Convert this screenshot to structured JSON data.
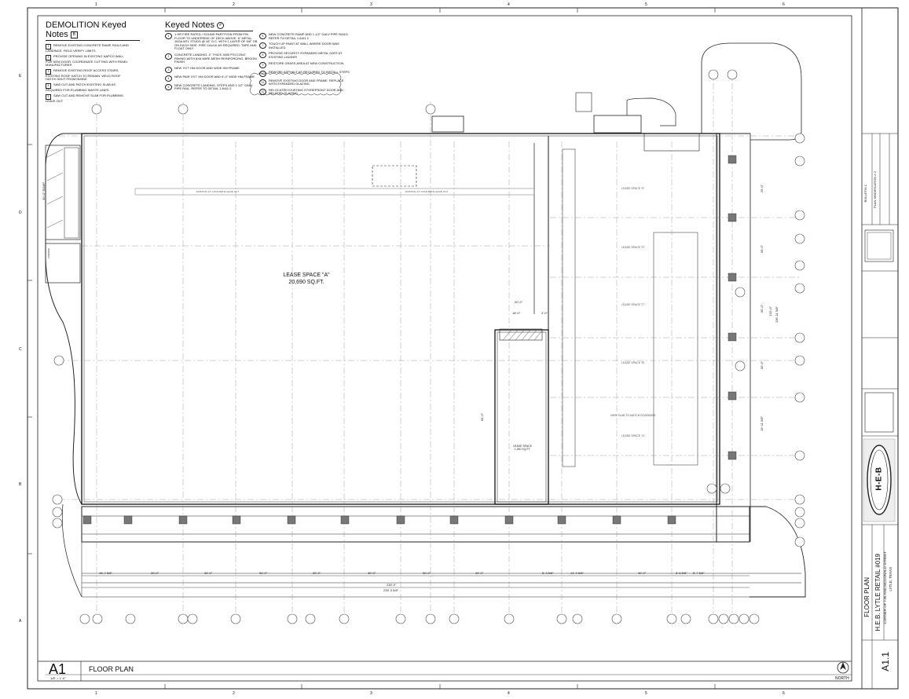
{
  "grid": {
    "columns": [
      "1",
      "2",
      "3",
      "4",
      "5",
      "6"
    ],
    "rows": [
      "E",
      "D",
      "C",
      "B",
      "A"
    ]
  },
  "demolition_notes": {
    "title": "DEMOLITION Keyed Notes",
    "tag": "B",
    "items": [
      {
        "num": "1",
        "text": "REMOVE EXISTING CONCRETE RAMP, RAILS AND LANDINGS. FIELD VERIFY LIMITS"
      },
      {
        "num": "2",
        "text": "PROVIDE OPENING IN EXISTING NAPCO WALL FOR NEW DOOR. COORDINATE CUTTING WITH PANEL MANUFACTURER"
      },
      {
        "num": "3",
        "text": "REMOVE EXISTING ROOF ACCESS STAIRS, EXISTING ROOF HATCH TO REMAIN. WELD ROOF HATCH SHUT FROM INSIDE"
      },
      {
        "num": "4",
        "text": "SAW CUT AND PATCH EXISTING SLAB AS REQUIRED FOR PLUMBING WASTE LINES"
      },
      {
        "num": "5",
        "text": "SAW CUT AND REMOVE SLAB FOR PLUMBING LEAVE OUT"
      }
    ]
  },
  "keyed_notes": {
    "title": "Keyed Notes",
    "tag": "#",
    "col1": [
      {
        "num": "1",
        "text": "1 HR FIRE RATED / SOUND PARTITION FROM FIN FLOOR TO UNDERSIDE OF DECK ABOVE. 6\" METAL 16GA MTL STUDS @ 16\" O.C. WITH 1 LAYER OF 5/8\" GB ON EACH SIDE. FIRE CAULK AS REQUIRED. TAPE AND FLOAT ONLY."
      },
      {
        "num": "2",
        "text": "CONCRETE LANDING, 4\" THICK 3000 PSI CONC PAVING WITH 6X6 WIRE MESH REINFORCING. BROOM FINISH"
      },
      {
        "num": "3",
        "text": "NEW 3'X7' HM DOOR AND WIDE HM FRAME"
      },
      {
        "num": "4",
        "text": "NEW PAIR 3'X7' HM DOOR AND 6'-0\" WIDE HM FRAME"
      },
      {
        "num": "5",
        "text": "NEW CONCRETE LANDING, STEPS AND 1 1/2\" GALV. PIPE RAIL. REFER TO DETAIL 1-6/A1.2"
      }
    ],
    "col2": [
      {
        "num": "6",
        "text": "NEW CONCRETE RAMP AND 1 1/2\" GALV PIPE RAILS. REFER TO DETAIL 1-6/A1.2"
      },
      {
        "num": "7",
        "text": "TOUCH UP PAINT AT WALL WHERE DOOR WAS INSTALLED"
      },
      {
        "num": "8",
        "text": "PROVIDE SECURITY EXPANDED METAL GATE AT EXISTING LADDER"
      },
      {
        "num": "9",
        "text": "RESTORE GRASS AREA AT NEW CONSTRUCTION"
      },
      {
        "num": "10",
        "text": "REWORK ASPHALT AS REQUIRED TO INSTALL STEPS"
      },
      {
        "num": "11",
        "text": "REMOVE EXISTING DOOR AND FRAME. REPLACE WITH EXPANDED GLAZING"
      },
      {
        "num": "12",
        "text": "RELOCATED EXISTING STOREFRONT DOOR AND RELATED GLAZING"
      }
    ]
  },
  "plan": {
    "lease_a_title": "LEASE SPACE \"A\"",
    "lease_a_area": "20,690 SQ.FT.",
    "lease_small_title": "LEASE SPACE",
    "lease_small_area": "1,260 SQ.FT.",
    "leave_out_1": "EXISTING 24\" CONCRETE LEAVE OUT",
    "leave_out_2": "EXISTING 24\" CONCRETE LEAVE OUT",
    "ramp_label": "30'-0\" RAMP",
    "landing_label": "LANDING",
    "new_slab": "NEW SLAB TO MATCH ROADBASE",
    "right_spaces": [
      "LEASE SPACE \"E\"",
      "LEASE SPACE \"D\"",
      "LEASE SPACE \"C\"",
      "LEASE SPACE \"B\"",
      "LEASE SPACE \"A\""
    ],
    "dims_top": [
      "20'-0\"",
      "18'-0\"",
      "2'-0\""
    ],
    "dim_vertical": "60'-0\"",
    "dims_bottom": [
      "18'-7 5/8\"",
      "30'-0\"",
      "30'-0\"",
      "30'-0\"",
      "30'-0\"",
      "30'-0\"",
      "30'-0\"",
      "30'-0\"",
      "5'-3 5/8\"",
      "14'-4 5/8\"",
      "30'-0\"",
      "8'-6 5/8\"",
      "5'-7 5/8\""
    ],
    "total_dim_1": "230'-0\"",
    "total_dim_2": "235'-3 5/8\"",
    "right_dims": [
      "20'-0\"",
      "30'-0\"",
      "30'-0\"",
      "132'-0\"",
      "136'-11 5/8\"",
      "30'-0\"",
      "19'-11 5/8\""
    ]
  },
  "title_block": {
    "sheet_id": "A1",
    "sheet_title": "FLOOR PLAN",
    "scale": "1/8\" = 1'-0\"",
    "north_label": "NORTH",
    "project_title": "FLOOR PLAN",
    "project_name": "H.E.B. LYTLE RETAIL #019",
    "project_address": "CORNER OF I-35 AND MCDONALD STREET",
    "project_city": "LYTLE, TEXAS",
    "sheet_number": "A1.1",
    "logo_text": "H-E-B",
    "revisions": [
      {
        "num": "1",
        "desc": "BULLETIN 1",
        "date": ""
      },
      {
        "num": "2",
        "desc": "PLAN MODIFICATION # 2",
        "date": ""
      }
    ]
  },
  "colors": {
    "line": "#222222",
    "grid": "#888888",
    "hatch": "#555555"
  }
}
